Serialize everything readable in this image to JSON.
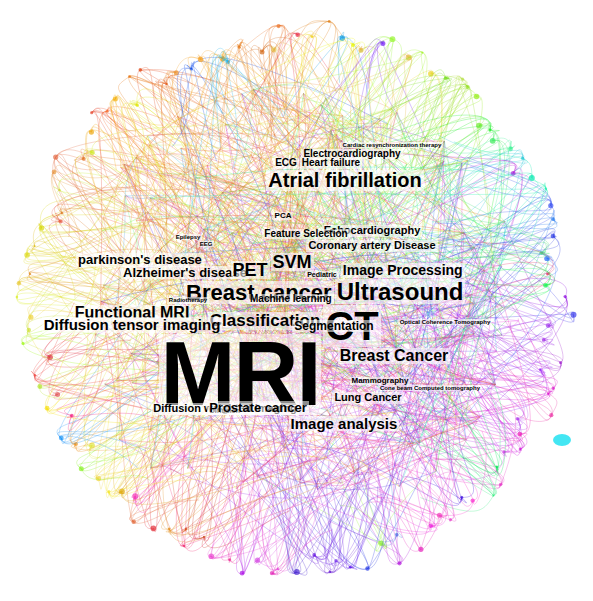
{
  "diagram": {
    "labels": [
      "Cardiac resynchronization therapy",
      "Electrocardiography",
      "ECG",
      "Heart failure",
      "Atrial fibrillation",
      "PCA",
      "Epilepsy",
      "EEG",
      "Echocardiography",
      "Feature Selection",
      "Coronary artery Disease",
      "parkinson's disease",
      "SVM",
      "Pediatric",
      "Alzheimer's disease",
      "PET",
      "Breast cancer",
      "Image Processing",
      "Radiotherapy",
      "Ultrasound",
      "Functional MRI",
      "Machine learning",
      "Classification",
      "CT",
      "Optical Coherence Tomography",
      "Segmentation",
      "Diffusion tensor imaging",
      "Breast Cancer",
      "MRI",
      "Mammography",
      "Cone beam Computed tomography",
      "Lung Cancer",
      "Diffusion weighted imaging",
      "Diffusion",
      "Prostate cancer",
      "Image analysis"
    ]
  }
}
